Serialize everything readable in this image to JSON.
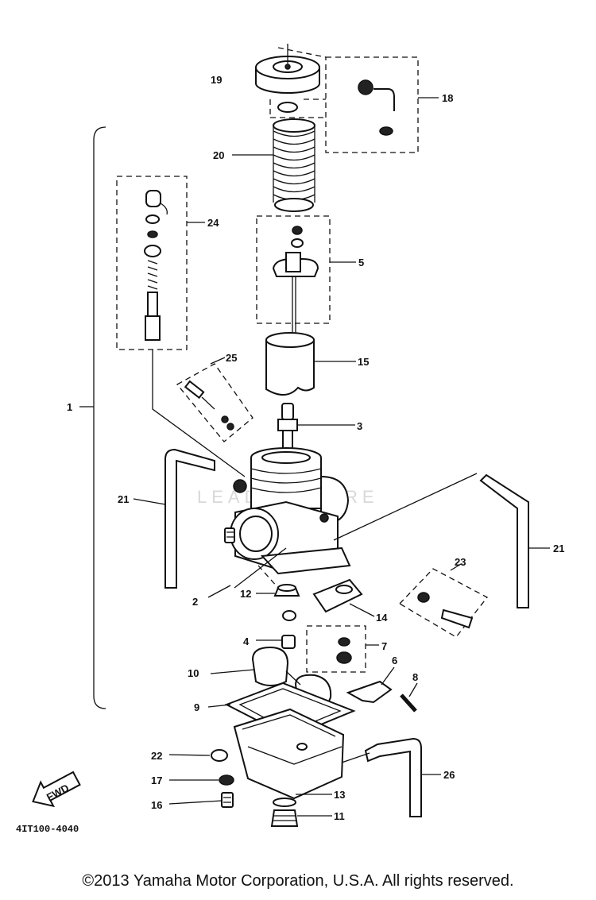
{
  "diagram": {
    "callouts": [
      "1",
      "2",
      "3",
      "4",
      "5",
      "6",
      "7",
      "8",
      "9",
      "10",
      "11",
      "12",
      "13",
      "14",
      "15",
      "16",
      "17",
      "18",
      "19",
      "20",
      "21",
      "22",
      "23",
      "24",
      "25",
      "26"
    ],
    "fwd_label": "FWD",
    "part_code": "4IT100-4040",
    "watermark": "LEADVENTURE"
  },
  "footer": {
    "copyright": "©2013 Yamaha Motor Corporation, U.S.A. All rights reserved."
  }
}
